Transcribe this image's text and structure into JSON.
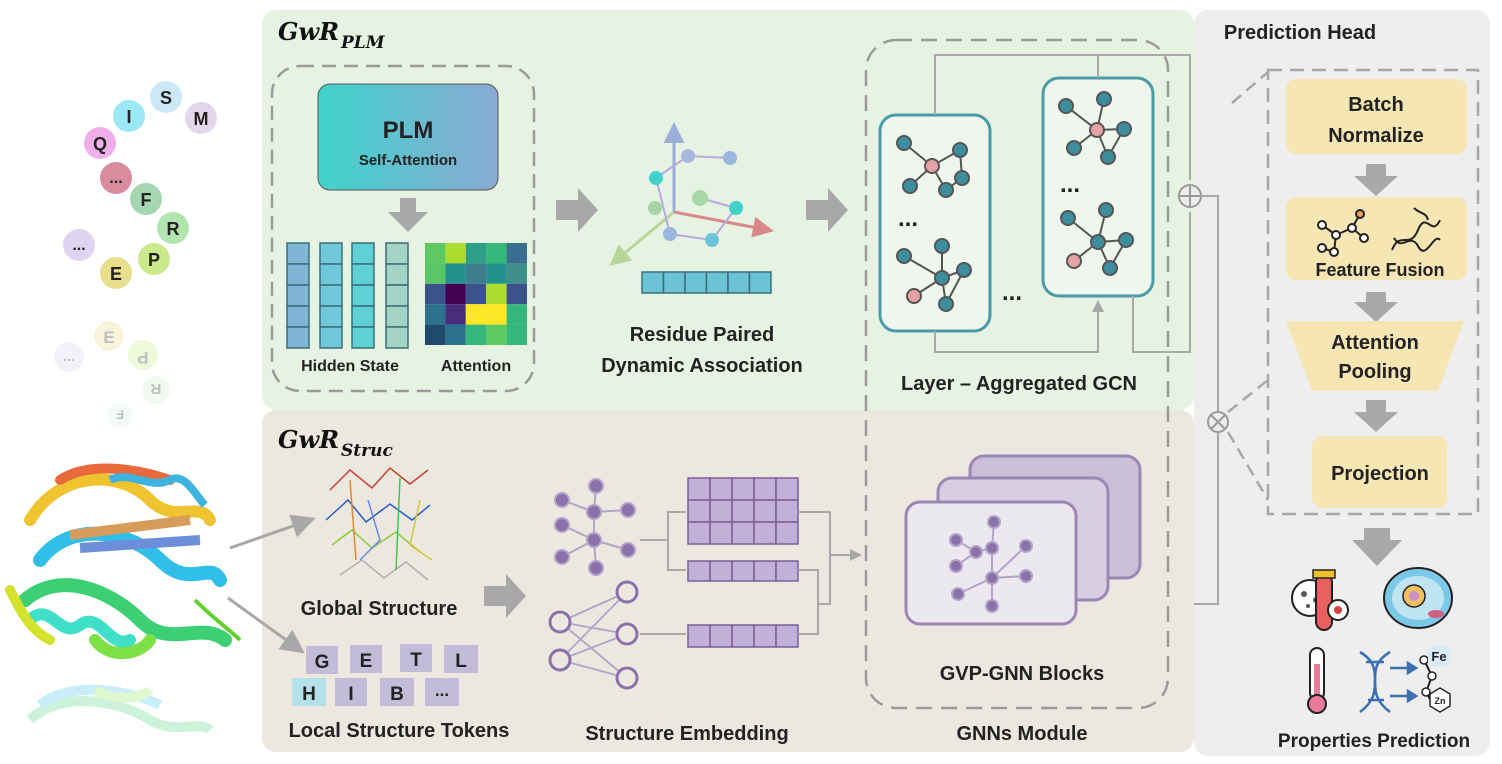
{
  "colors": {
    "plm_bg": "#e6f3e2",
    "struc_bg": "#ece8df",
    "head_bg": "#eeeeee",
    "teal": "#4a9aa8",
    "purple": "#9c86b6",
    "yellow_box": "#f6e6b4",
    "arrow_gray": "#a8a8a8"
  },
  "sequence": {
    "residues": [
      "S",
      "I",
      "M",
      "Q",
      "...",
      "F",
      "R",
      "...",
      "P",
      "E"
    ],
    "reflection": [
      "E",
      "...",
      "P",
      "R",
      "F"
    ]
  },
  "plm_panel": {
    "title_main": "GwR",
    "title_sub": "PLM",
    "plm_box_title": "PLM",
    "plm_box_subtitle": "Self-Attention",
    "hidden_state_label": "Hidden State",
    "attention_label": "Attention",
    "residue_label_line1": "Residue Paired",
    "residue_label_line2": "Dynamic Association",
    "layer_label": "Layer – Aggregated GCN",
    "dots": "..."
  },
  "struc_panel": {
    "title_main": "GwR",
    "title_sub": "Struc",
    "global_label": "Global Structure",
    "tokens": [
      "G",
      "E",
      "T",
      "L",
      "H",
      "I",
      "B",
      "..."
    ],
    "local_label": "Local Structure Tokens",
    "embedding_label": "Structure Embedding",
    "gvp_label": "GVP-GNN Blocks",
    "gnn_module_label": "GNNs Module"
  },
  "head_panel": {
    "title": "Prediction Head",
    "batch_line1": "Batch",
    "batch_line2": "Normalize",
    "fusion": "Feature Fusion",
    "pooling_line1": "Attention",
    "pooling_line2": "Pooling",
    "projection": "Projection",
    "properties": "Properties Prediction",
    "fe_label": "Fe",
    "zn_label": "Zn"
  },
  "operators": {
    "plus": "⊕",
    "times": "⊗"
  }
}
